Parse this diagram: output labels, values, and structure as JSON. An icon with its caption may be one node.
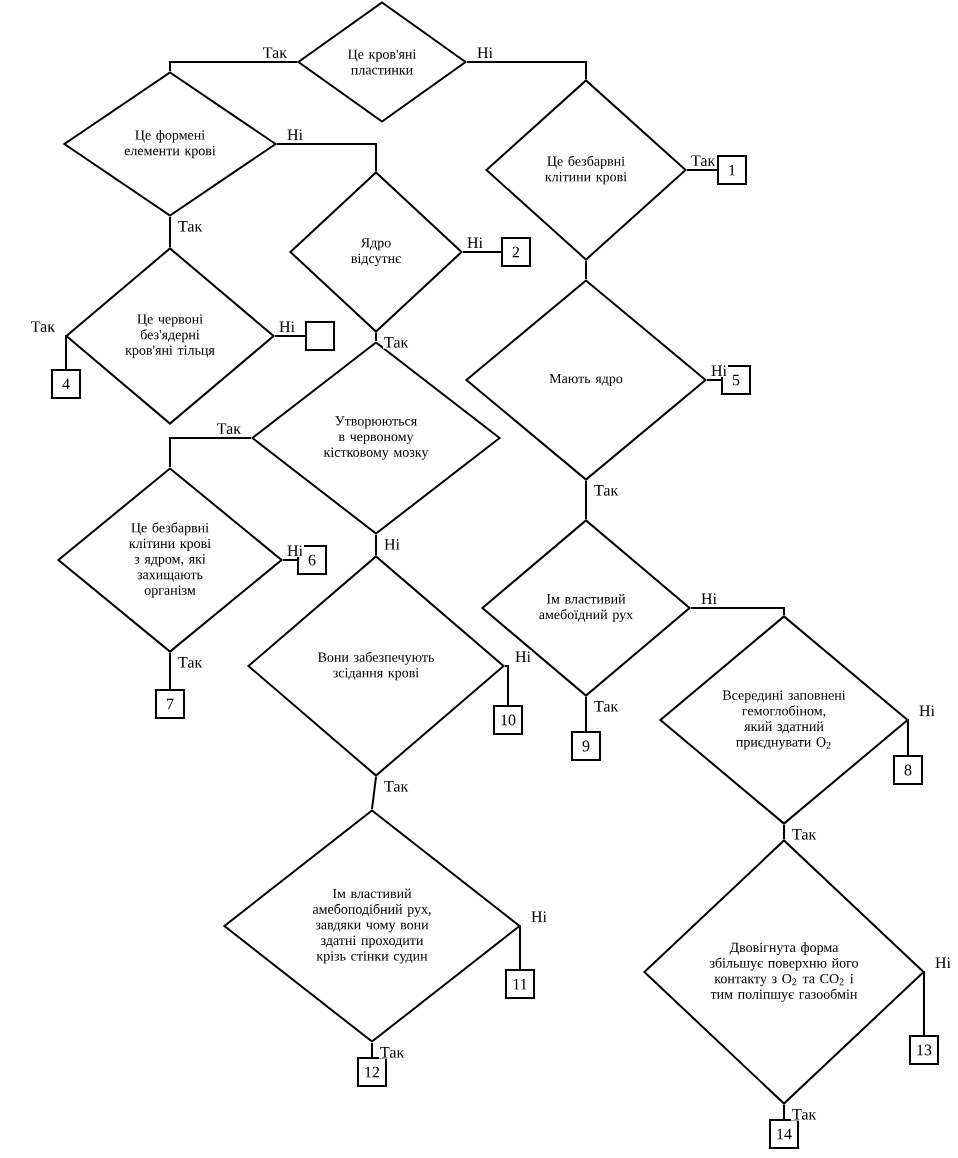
{
  "diagram": {
    "nodes": [
      {
        "text": [
          "Це кров'яні пластинки"
        ]
      },
      {
        "text": [
          "Це формені елементи крові"
        ]
      },
      {
        "text": [
          "Це безбарвні клітини крові"
        ]
      },
      {
        "text": [
          "1"
        ]
      },
      {
        "text": [
          "Ядро відсутнє"
        ]
      },
      {
        "text": [
          "2"
        ]
      },
      {
        "text": [
          "Це червоні без'ядерні кров'яні тільця"
        ]
      },
      {
        "text": [],
        "shape": "box"
      },
      {
        "text": [
          "4"
        ]
      },
      {
        "text": [
          "Мають ядро"
        ]
      },
      {
        "text": [
          "5"
        ]
      },
      {
        "text": [
          "Утворюються в червоному кістковому мозку"
        ]
      },
      {
        "text": [
          "Це безбарвні клітини крові з ядром, які захищають організм"
        ]
      },
      {
        "text": [
          "6"
        ]
      },
      {
        "text": [
          "7"
        ]
      },
      {
        "text": [
          "Ім властивий амебоїдний рух"
        ]
      },
      {
        "text": [
          "Вони забезпечують зсідання крові"
        ]
      },
      {
        "text": [
          "10"
        ]
      },
      {
        "text": [
          "Всередині заповнені гемоглобіном, який здатний приєднувати O$_{2}$"
        ]
      },
      {
        "text": [
          "9"
        ]
      },
      {
        "text": [
          "8"
        ]
      },
      {
        "text": [
          "Ім властивий амебоподібний рух, завдяки чому вони здатні проходити крізь стінки судин"
        ]
      },
      {
        "text": [
          "11"
        ]
      },
      {
        "text": [
          "Двовігнута форма збільшує поверхню його контакту з O$_{2}$ та CO$_{2}$ і тим поліпшує газообмін"
        ]
      },
      {
        "text": [
          "12"
        ]
      },
      {
        "text": [
          "13"
        ]
      },
      {
        "text": [
          "14"
        ]
      }
    ],
    "edges": [
      {
        "from": 0,
        "to": 1,
        "arrow": "none",
        "label": "Так"
      },
      {
        "from": 0,
        "to": 2,
        "arrow": "none",
        "label": "Ні"
      },
      {
        "from": 1,
        "to": 4,
        "arrow": "none",
        "label": "Ні"
      },
      {
        "from": 1,
        "to": 6,
        "arrow": "none",
        "label": "Так"
      },
      {
        "from": 2,
        "to": 3,
        "arrow": "none",
        "label": "Так"
      },
      {
        "from": 2,
        "to": 9,
        "arrow": "none"
      },
      {
        "from": 4,
        "to": 5,
        "arrow": "none",
        "label": "Ні"
      },
      {
        "from": 4,
        "to": 11,
        "arrow": "none",
        "label": "Так"
      },
      {
        "from": 6,
        "to": 7,
        "arrow": "none",
        "label": "Ні"
      },
      {
        "from": 6,
        "to": 8,
        "arrow": "none",
        "label": "Так"
      },
      {
        "from": 11,
        "to": 12,
        "arrow": "none",
        "label": "Так"
      },
      {
        "from": 11,
        "to": 16,
        "arrow": "none",
        "label": "Ні"
      },
      {
        "from": 9,
        "to": 10,
        "arrow": "none",
        "label": "Ні"
      },
      {
        "from": 9,
        "to": 15,
        "arrow": "none",
        "label": "Так"
      },
      {
        "from": 12,
        "to": 13,
        "arrow": "none",
        "label": "Ні"
      },
      {
        "from": 12,
        "to": 14,
        "arrow": "none",
        "label": "Так"
      },
      {
        "from": 15,
        "to": 19,
        "arrow": "none",
        "label": "Так"
      },
      {
        "from": 15,
        "to": 18,
        "arrow": "none",
        "label": "Ні"
      },
      {
        "from": 16,
        "to": 17,
        "arrow": "none",
        "label": "Ні"
      },
      {
        "from": 16,
        "to": 21,
        "arrow": "none",
        "label": "Так"
      },
      {
        "from": 18,
        "to": 20,
        "arrow": "none",
        "label": "Ні"
      },
      {
        "from": 18,
        "to": 23,
        "arrow": "none",
        "label": "Так"
      },
      {
        "from": 21,
        "to": 22,
        "arrow": "none",
        "label": "Ні"
      },
      {
        "from": 21,
        "to": 24,
        "arrow": "none",
        "label": "Так"
      },
      {
        "from": 23,
        "to": 25,
        "arrow": "none",
        "label": "Ні"
      },
      {
        "from": 23,
        "to": 26,
        "arrow": "none",
        "label": "Так"
      }
    ]
  }
}
